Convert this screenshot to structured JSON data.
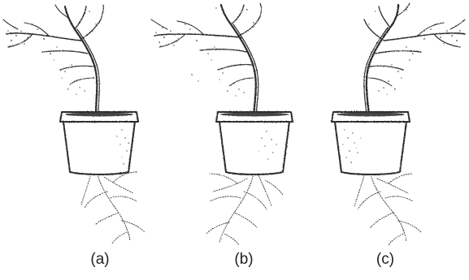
{
  "figure": {
    "panels": [
      {
        "label": "(a)"
      },
      {
        "label": "(b)"
      },
      {
        "label": "(c)"
      }
    ],
    "colors": {
      "ink": "#2b2b2b",
      "stipple": "#3a3a3a",
      "background": "#ffffff"
    }
  }
}
